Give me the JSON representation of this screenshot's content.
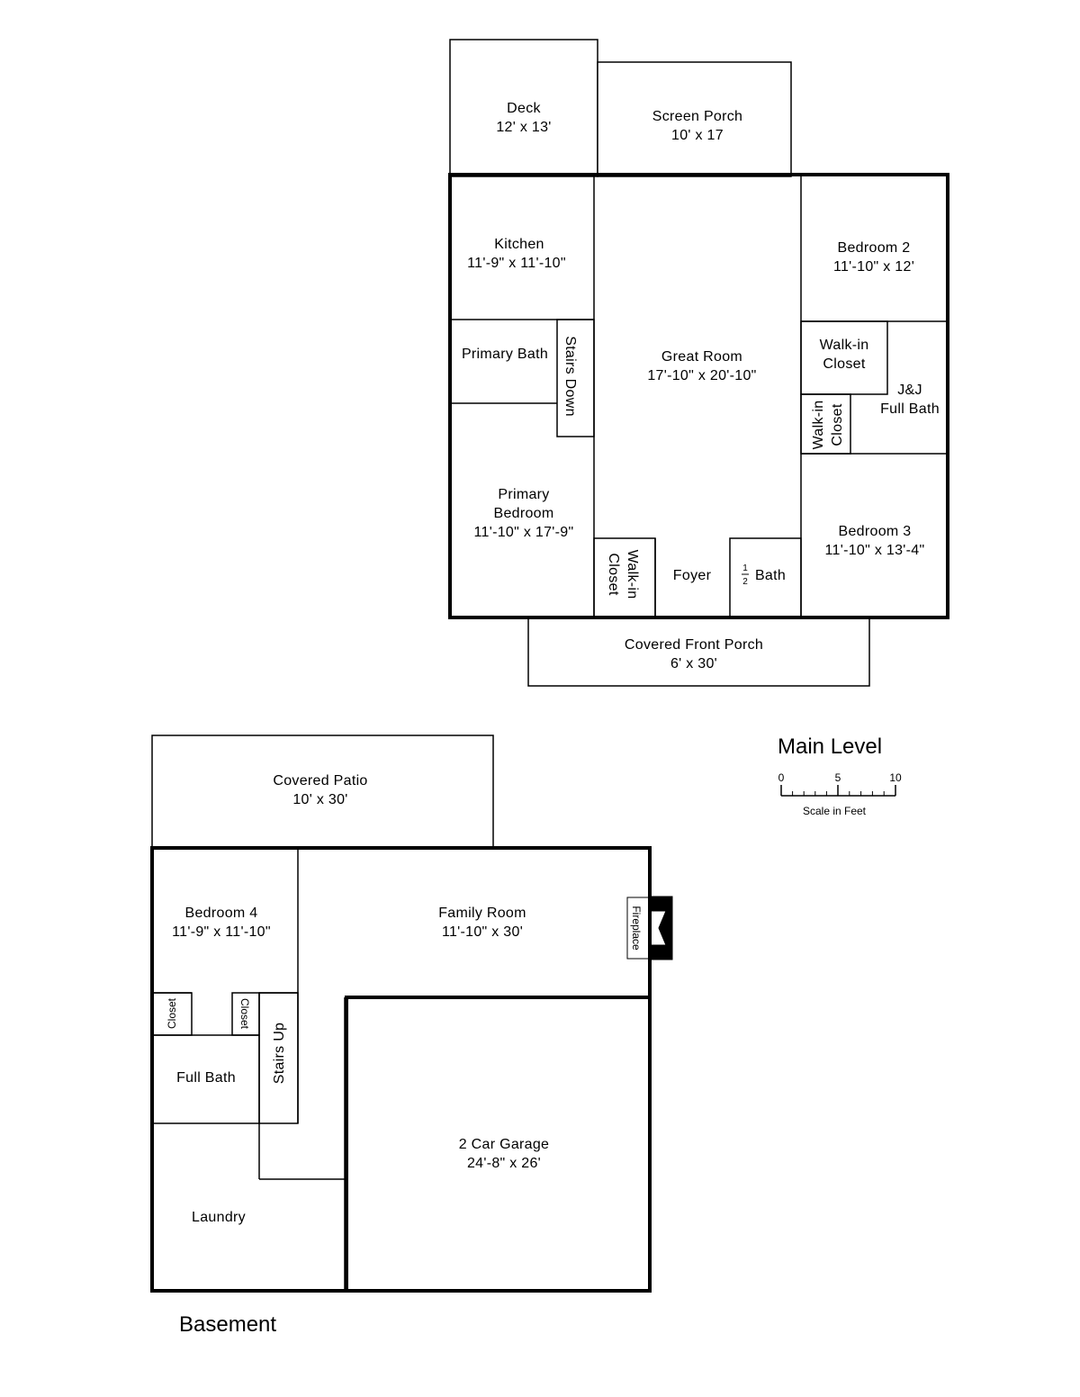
{
  "main_level": {
    "title": "Main Level",
    "rooms": {
      "deck": {
        "name": "Deck",
        "dims": "12' x 13'"
      },
      "screen_porch": {
        "name": "Screen Porch",
        "dims": "10' x 17"
      },
      "kitchen": {
        "name": "Kitchen",
        "dims": "11'-9\" x 11'-10\""
      },
      "great_room": {
        "name": "Great Room",
        "dims": "17'-10\" x 20'-10\""
      },
      "bedroom_2": {
        "name": "Bedroom 2",
        "dims": "11'-10\" x 12'"
      },
      "primary_bath": {
        "name": "Primary Bath"
      },
      "stairs_down": {
        "name": "Stairs Down"
      },
      "walk_in_closet_a": {
        "line1": "Walk-in",
        "line2": "Closet"
      },
      "jj_full_bath": {
        "line1": "J&J",
        "line2": "Full Bath"
      },
      "walk_in_closet_b": {
        "line1": "Walk-in",
        "line2": "Closet"
      },
      "primary_bedroom": {
        "line1": "Primary",
        "line2": "Bedroom",
        "dims": "11'-10\" x 17'-9\""
      },
      "bedroom_3": {
        "name": "Bedroom 3",
        "dims": "11'-10\" x 13'-4\""
      },
      "walk_in_closet_c": {
        "line1": "Walk-in",
        "line2": "Closet"
      },
      "foyer": {
        "name": "Foyer"
      },
      "half_bath": {
        "name": "Bath",
        "fraction_num": "1",
        "fraction_den": "2"
      },
      "covered_front_porch": {
        "name": "Covered Front Porch",
        "dims": "6' x 30'"
      }
    }
  },
  "scale": {
    "ticks": [
      "0",
      "5",
      "10"
    ],
    "caption": "Scale in Feet"
  },
  "basement": {
    "title": "Basement",
    "rooms": {
      "covered_patio": {
        "name": "Covered Patio",
        "dims": "10' x 30'"
      },
      "bedroom_4": {
        "name": "Bedroom 4",
        "dims": "11'-9\" x 11'-10\""
      },
      "family_room": {
        "name": "Family Room",
        "dims": "11'-10\" x 30'"
      },
      "fireplace": {
        "name": "Fireplace"
      },
      "closet_a": {
        "name": "Closet"
      },
      "closet_b": {
        "name": "Closet"
      },
      "stairs_up": {
        "name": "Stairs Up"
      },
      "full_bath": {
        "name": "Full Bath"
      },
      "garage": {
        "name": "2 Car Garage",
        "dims": "24'-8\" x 26'"
      },
      "laundry": {
        "name": "Laundry"
      }
    }
  }
}
